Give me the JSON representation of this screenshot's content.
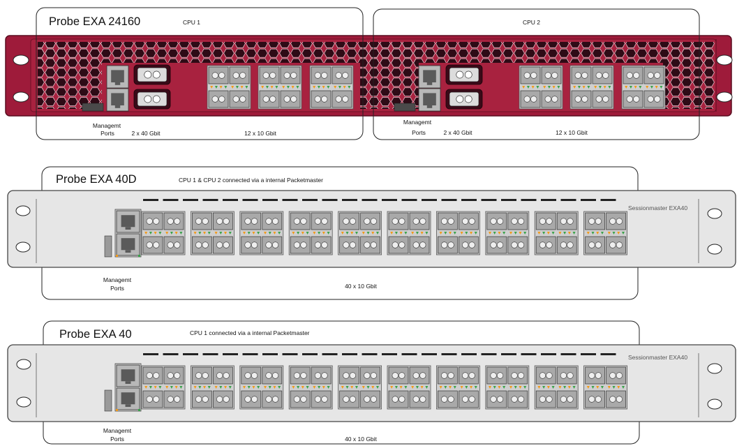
{
  "colors": {
    "chassis_red": "#9e1b3a",
    "chassis_red_dark": "#6e1027",
    "chassis_grey": "#e6e6e6",
    "port_grey": "#a9a9a9",
    "led_green": "#3aa24a",
    "led_orange": "#f29a1a",
    "outline": "#2b2b2b"
  },
  "devices": [
    {
      "title": "Probe EXA 24160",
      "style": "red-hex",
      "cpu_labels": [
        "CPU 1",
        "CPU 2"
      ],
      "mgmt_label_line1": "Managemt",
      "mgmt_label_line2": "Ports",
      "ports_40g_label": "2 x 40 Gbit",
      "ports_10g_label": "12 x 10 Gbit"
    },
    {
      "title": "Probe EXA 40D",
      "style": "grey",
      "subtitle": "CPU 1  & CPU 2 connected via a internal Packetmaster",
      "brand": "Sessionmaster EXA40",
      "mgmt_label_line1": "Managemt",
      "mgmt_label_line2": "Ports",
      "ports_label": "40 x 10 Gbit"
    },
    {
      "title": "Probe EXA 40",
      "style": "grey",
      "subtitle": "CPU 1  connected via a internal Packetmaster",
      "brand": "Sessionmaster EXA40",
      "mgmt_label_line1": "Managemt",
      "mgmt_label_line2": "Ports",
      "ports_label": "40 x 10 Gbit"
    }
  ]
}
